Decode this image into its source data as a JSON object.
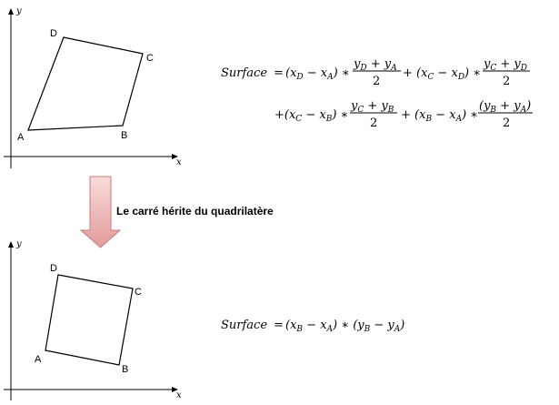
{
  "top_diagram": {
    "axis_x_label": "x",
    "axis_y_label": "y",
    "vertices": {
      "A": "A",
      "B": "B",
      "C": "C",
      "D": "D"
    }
  },
  "bottom_diagram": {
    "axis_x_label": "x",
    "axis_y_label": "y",
    "vertices": {
      "A": "A",
      "B": "B",
      "C": "C",
      "D": "D"
    }
  },
  "inheritance_caption": "Le carré hérite du quadrilatère",
  "formula_top": {
    "surface_label": "Surface",
    "equals": "=",
    "times": "∗",
    "plus": "+",
    "two": "2"
  },
  "formula_bottom": {
    "surface_label": "Surface",
    "equals": "="
  },
  "colors": {
    "arrow_fill": "#e6a1a1",
    "arrow_stroke": "#c96a6a",
    "line": "#000000"
  }
}
